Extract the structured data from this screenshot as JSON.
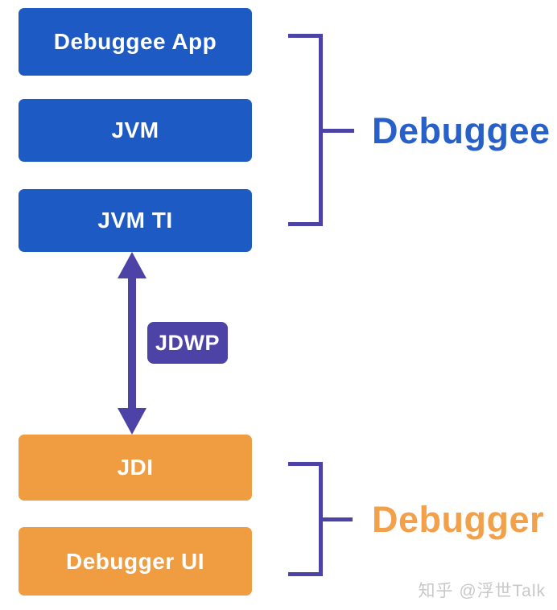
{
  "diagram": {
    "debuggee_stack": {
      "boxes": [
        {
          "label": "Debuggee App"
        },
        {
          "label": "JVM"
        },
        {
          "label": "JVM TI"
        }
      ],
      "group_label": "Debuggee"
    },
    "connector": {
      "label": "JDWP",
      "type": "double-headed-vertical-arrow"
    },
    "debugger_stack": {
      "boxes": [
        {
          "label": "JDI"
        },
        {
          "label": "Debugger UI"
        }
      ],
      "group_label": "Debugger"
    },
    "colors": {
      "debuggee_box_fill": "#1e5ac4",
      "debugger_box_fill": "#f09c41",
      "connector_purple": "#4d42a6",
      "debuggee_label_text": "#2760c8",
      "debugger_label_text": "#f2a04a",
      "box_text": "#ffffff",
      "watermark_text": "#c8c8c8",
      "background": "#ffffff"
    }
  },
  "watermark": {
    "text": "知乎 @浮世Talk"
  }
}
